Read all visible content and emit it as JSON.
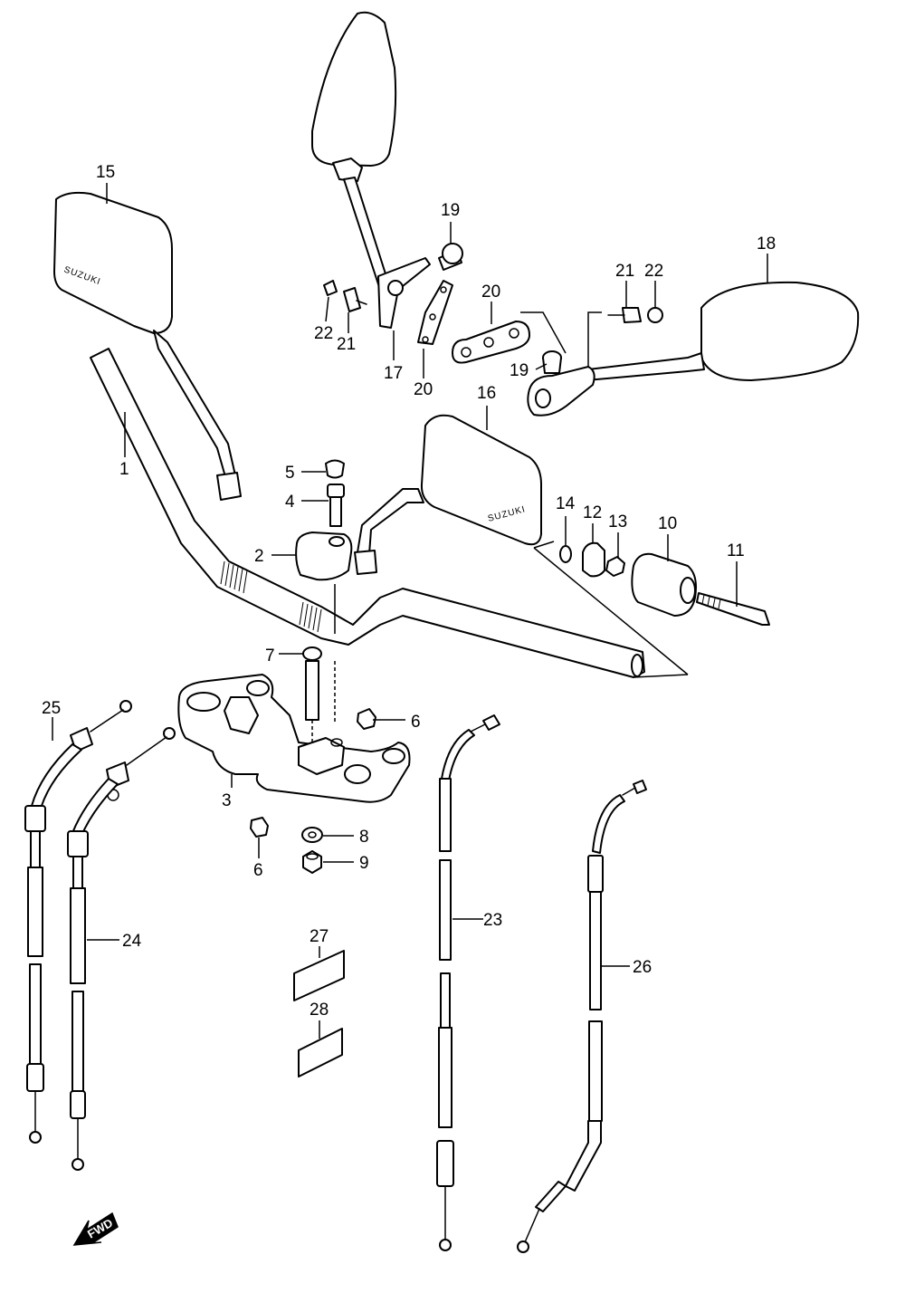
{
  "brand": "SUZUKI",
  "fwd_label": "FWD",
  "callouts": {
    "c1": "1",
    "c2": "2",
    "c3": "3",
    "c4": "4",
    "c5": "5",
    "c6a": "6",
    "c6b": "6",
    "c7": "7",
    "c8": "8",
    "c9": "9",
    "c10": "10",
    "c11": "11",
    "c12": "12",
    "c13": "13",
    "c14": "14",
    "c15": "15",
    "c16": "16",
    "c17": "17",
    "c18": "18",
    "c19a": "19",
    "c19b": "19",
    "c20a": "20",
    "c20b": "20",
    "c21a": "21",
    "c21b": "21",
    "c22a": "22",
    "c22b": "22",
    "c23": "23",
    "c24": "24",
    "c25": "25",
    "c26": "26",
    "c27": "27",
    "c28": "28"
  }
}
